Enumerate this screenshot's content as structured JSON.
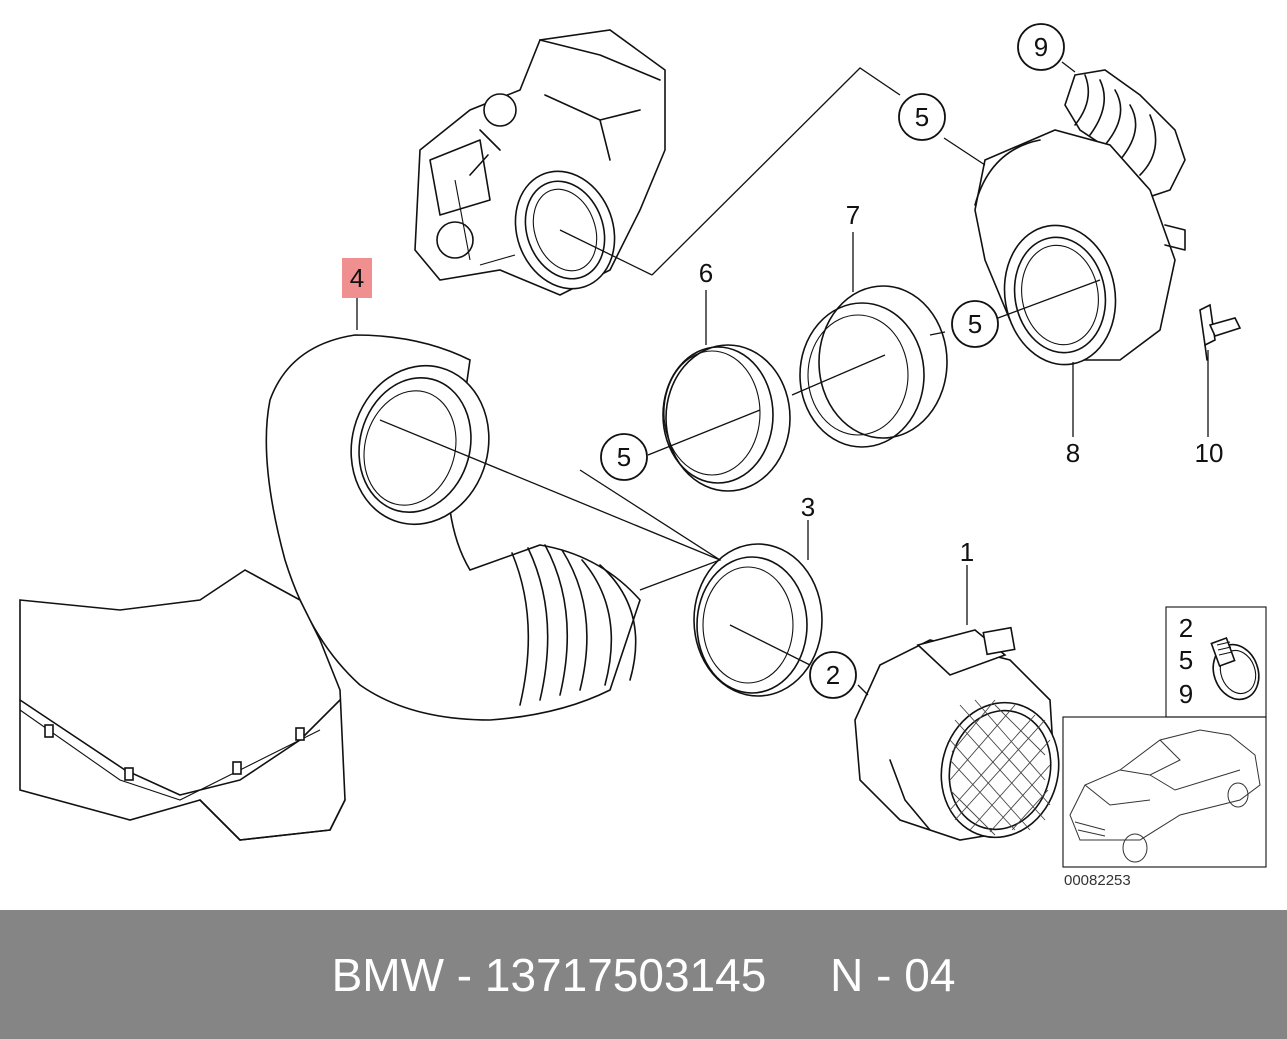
{
  "colors": {
    "highlight": "#f08f8f",
    "footer_bg": "#858585",
    "footer_text": "#ffffff",
    "line": "#111111"
  },
  "callouts": {
    "c1": "1",
    "c2": "2",
    "c3": "3",
    "c4": "4",
    "c5a": "5",
    "c5b": "5",
    "c5c": "5",
    "c6": "6",
    "c7": "7",
    "c8": "8",
    "c9": "9",
    "c10": "10"
  },
  "legend": {
    "n2": "2",
    "n5": "5",
    "n9": "9"
  },
  "image_id": "00082253",
  "footer": {
    "text": "BMW - 13717503145     N - 04"
  }
}
